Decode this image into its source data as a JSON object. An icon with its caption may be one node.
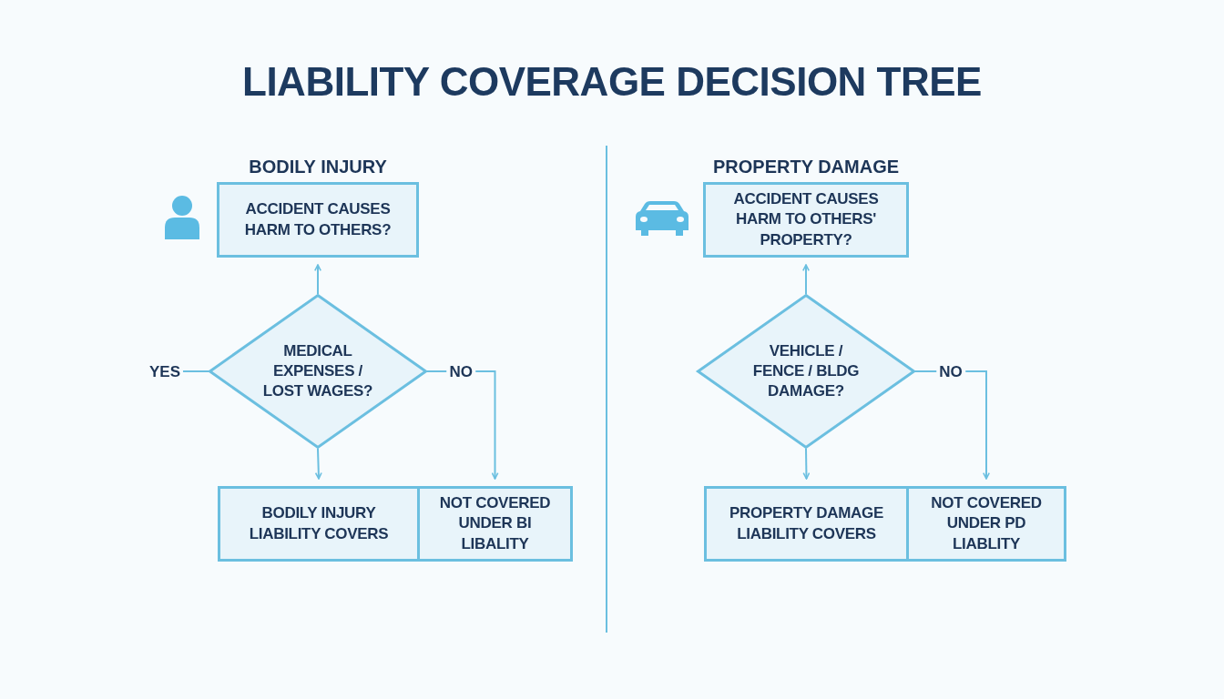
{
  "diagram": {
    "title": "LIABILITY COVERAGE DECISION TREE",
    "nodes": [
      {
        "text": [
          "ACCIDENT CAUSES HARM TO OTHERS?"
        ]
      },
      {
        "text": [
          "MEDICAL EXPENSES / LOST WAGES?"
        ]
      },
      {
        "text": [
          "BODILY INJURY LIABILITY COVERS"
        ]
      },
      {
        "text": [
          "NOT COVERED UNDER BI LIBALITY"
        ]
      },
      {
        "text": [
          "ACCIDENT CAUSES HARM TO OTHERS' PROPERTY?"
        ]
      },
      {
        "text": [
          "VEHICLE / FENCE / BLDG DAMAGE?"
        ]
      },
      {
        "text": [
          "PROPERTY DAMAGE LIABILITY COVERS"
        ]
      },
      {
        "text": [
          "NOT COVERED UNDER PD LIABLITY"
        ]
      }
    ],
    "edges": [
      {
        "from": 1,
        "to": 0,
        "arrow": "to"
      },
      {
        "from": 1,
        "to": null,
        "arrow": "none",
        "label": "YES"
      },
      {
        "from": 1,
        "to": 2,
        "arrow": "to"
      },
      {
        "from": 1,
        "to": 3,
        "arrow": "to",
        "label": "NO"
      },
      {
        "from": 5,
        "to": 4,
        "arrow": "to"
      },
      {
        "from": 5,
        "to": 6,
        "arrow": "to"
      },
      {
        "from": 5,
        "to": 7,
        "arrow": "to",
        "label": "NO"
      }
    ],
    "labels": [
      "BODILY INJURY",
      "PROPERTY DAMAGE"
    ]
  }
}
